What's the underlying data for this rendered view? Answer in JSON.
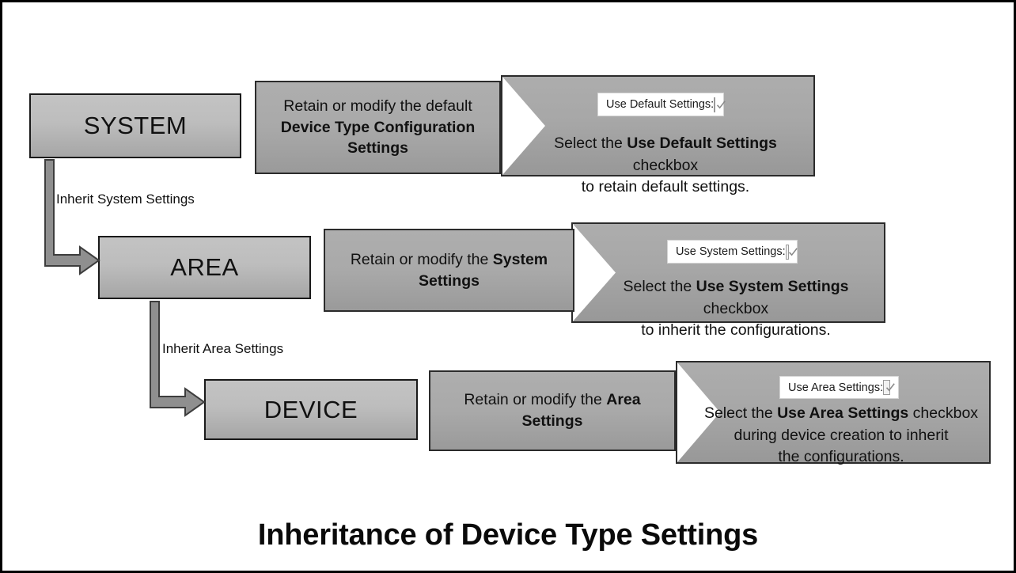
{
  "title": "Inheritance of Device Type Settings",
  "levels": [
    {
      "name": "system-box",
      "label": "SYSTEM"
    },
    {
      "name": "area-box",
      "label": "AREA"
    },
    {
      "name": "device-box",
      "label": "DEVICE"
    }
  ],
  "connectors": [
    {
      "label": "Inherit System Settings"
    },
    {
      "label": "Inherit Area Settings"
    }
  ],
  "rows": [
    {
      "id": "system-row",
      "action": {
        "line1": "Retain or modify the default",
        "bold1": "Device Type Configuration",
        "bold2": "Settings"
      },
      "detail": {
        "prefix": "Select the ",
        "bold": "Use Default Settings",
        "suffix": " checkbox",
        "line2": "to retain default settings.",
        "line3": ""
      },
      "checkbox": {
        "label": "Use Default Settings:",
        "checked": true,
        "glyph": "check-mark"
      }
    },
    {
      "id": "area-row",
      "action": {
        "line1": "Retain or modify the ",
        "bold1": "System",
        "bold2": "Settings"
      },
      "detail": {
        "prefix": "Select the ",
        "bold": "Use System Settings",
        "suffix": " checkbox",
        "line2": "to inherit the configurations.",
        "line3": ""
      },
      "checkbox": {
        "label": "Use System Settings:",
        "checked": true,
        "glyph": "check-mark"
      }
    },
    {
      "id": "device-row",
      "action": {
        "line1": "Retain or modify the ",
        "bold1": "Area",
        "bold2": "Settings"
      },
      "detail": {
        "prefix": "Select the ",
        "bold": "Use Area Settings",
        "suffix": " checkbox",
        "line2": "during device creation to inherit",
        "line3": "the configurations."
      },
      "checkbox": {
        "label": "Use Area Settings:",
        "checked": true,
        "glyph": "check-mark"
      }
    }
  ],
  "colors": {
    "page_border": "#000000",
    "box_fill_light": "#c3c3c3",
    "box_fill_dark": "#a6a6a6",
    "panel_fill": "#a7a7a7",
    "connector_fill": "#8f8f8f",
    "connector_stroke": "#3d3d3d",
    "text": "#111111"
  }
}
